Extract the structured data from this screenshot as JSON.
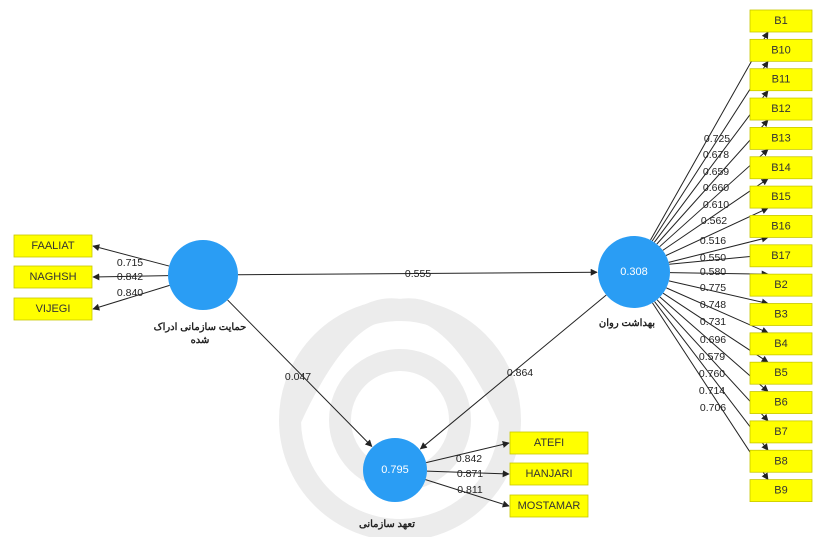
{
  "constructs": {
    "pos": {
      "name": "حمایت سازمانی ادراک شده",
      "name_lines": [
        "حمایت سازمانی ادراک",
        "شده"
      ],
      "r2": ""
    },
    "mh": {
      "name": "بهداشت روان",
      "r2": "0.308"
    },
    "oc": {
      "name": "تعهد سازمانی",
      "r2": "0.795"
    }
  },
  "structural_paths": [
    {
      "from": "pos",
      "to": "mh",
      "coefficient": "0.555"
    },
    {
      "from": "pos",
      "to": "oc",
      "coefficient": "0.047"
    },
    {
      "from": "mh",
      "to": "oc",
      "coefficient": "0.864"
    }
  ],
  "pos_indicators": [
    {
      "name": "FAALIAT",
      "loading": "0.715"
    },
    {
      "name": "NAGHSH",
      "loading": "0.842"
    },
    {
      "name": "VIJEGI",
      "loading": "0.840"
    }
  ],
  "mh_indicators": [
    {
      "name": "B1",
      "loading": "0.725"
    },
    {
      "name": "B10",
      "loading": "0.678"
    },
    {
      "name": "B11",
      "loading": "0.659"
    },
    {
      "name": "B12",
      "loading": "0.660"
    },
    {
      "name": "B13",
      "loading": "0.610"
    },
    {
      "name": "B14",
      "loading": "0.562"
    },
    {
      "name": "B15",
      "loading": "0.516"
    },
    {
      "name": "B16",
      "loading": "0.550"
    },
    {
      "name": "B17",
      "loading": "0.580"
    },
    {
      "name": "B2",
      "loading": "0.775"
    },
    {
      "name": "B3",
      "loading": "0.748"
    },
    {
      "name": "B4",
      "loading": "0.731"
    },
    {
      "name": "B5",
      "loading": "0.696"
    },
    {
      "name": "B6",
      "loading": "0.579"
    },
    {
      "name": "B7",
      "loading": "0.760"
    },
    {
      "name": "B8",
      "loading": "0.714"
    },
    {
      "name": "B9",
      "loading": "0.706"
    }
  ],
  "oc_indicators": [
    {
      "name": "ATEFI",
      "loading": "0.842"
    },
    {
      "name": "HANJARI",
      "loading": "0.871"
    },
    {
      "name": "MOSTAMAR",
      "loading": "0.811"
    }
  ],
  "colors": {
    "construct": "#2a9df4",
    "indicator": "#ffff00",
    "line": "#222222"
  }
}
